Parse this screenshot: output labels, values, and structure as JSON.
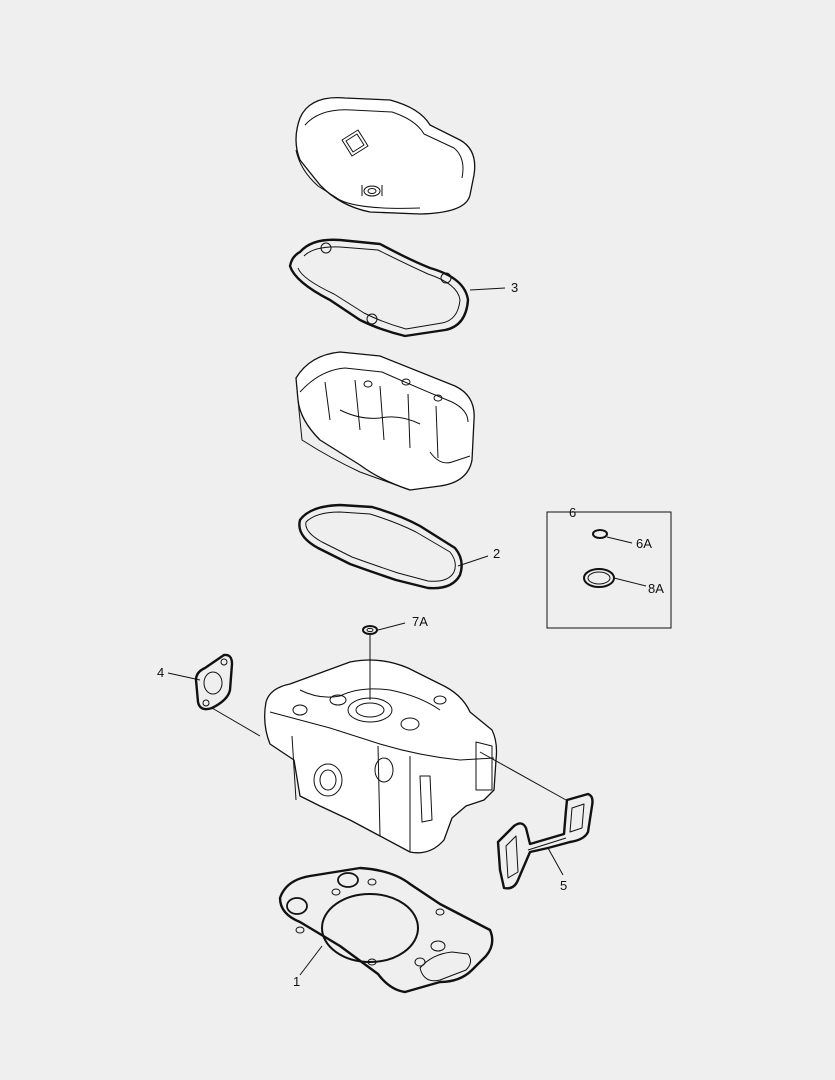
{
  "callouts": {
    "c1": "1",
    "c2": "2",
    "c3": "3",
    "c4": "4",
    "c5": "5",
    "c6": "6",
    "c6a": "6A",
    "c7a": "7A",
    "c8a": "8A"
  },
  "colors": {
    "background": "#efefef",
    "line": "#111111",
    "fill": "#ffffff"
  }
}
